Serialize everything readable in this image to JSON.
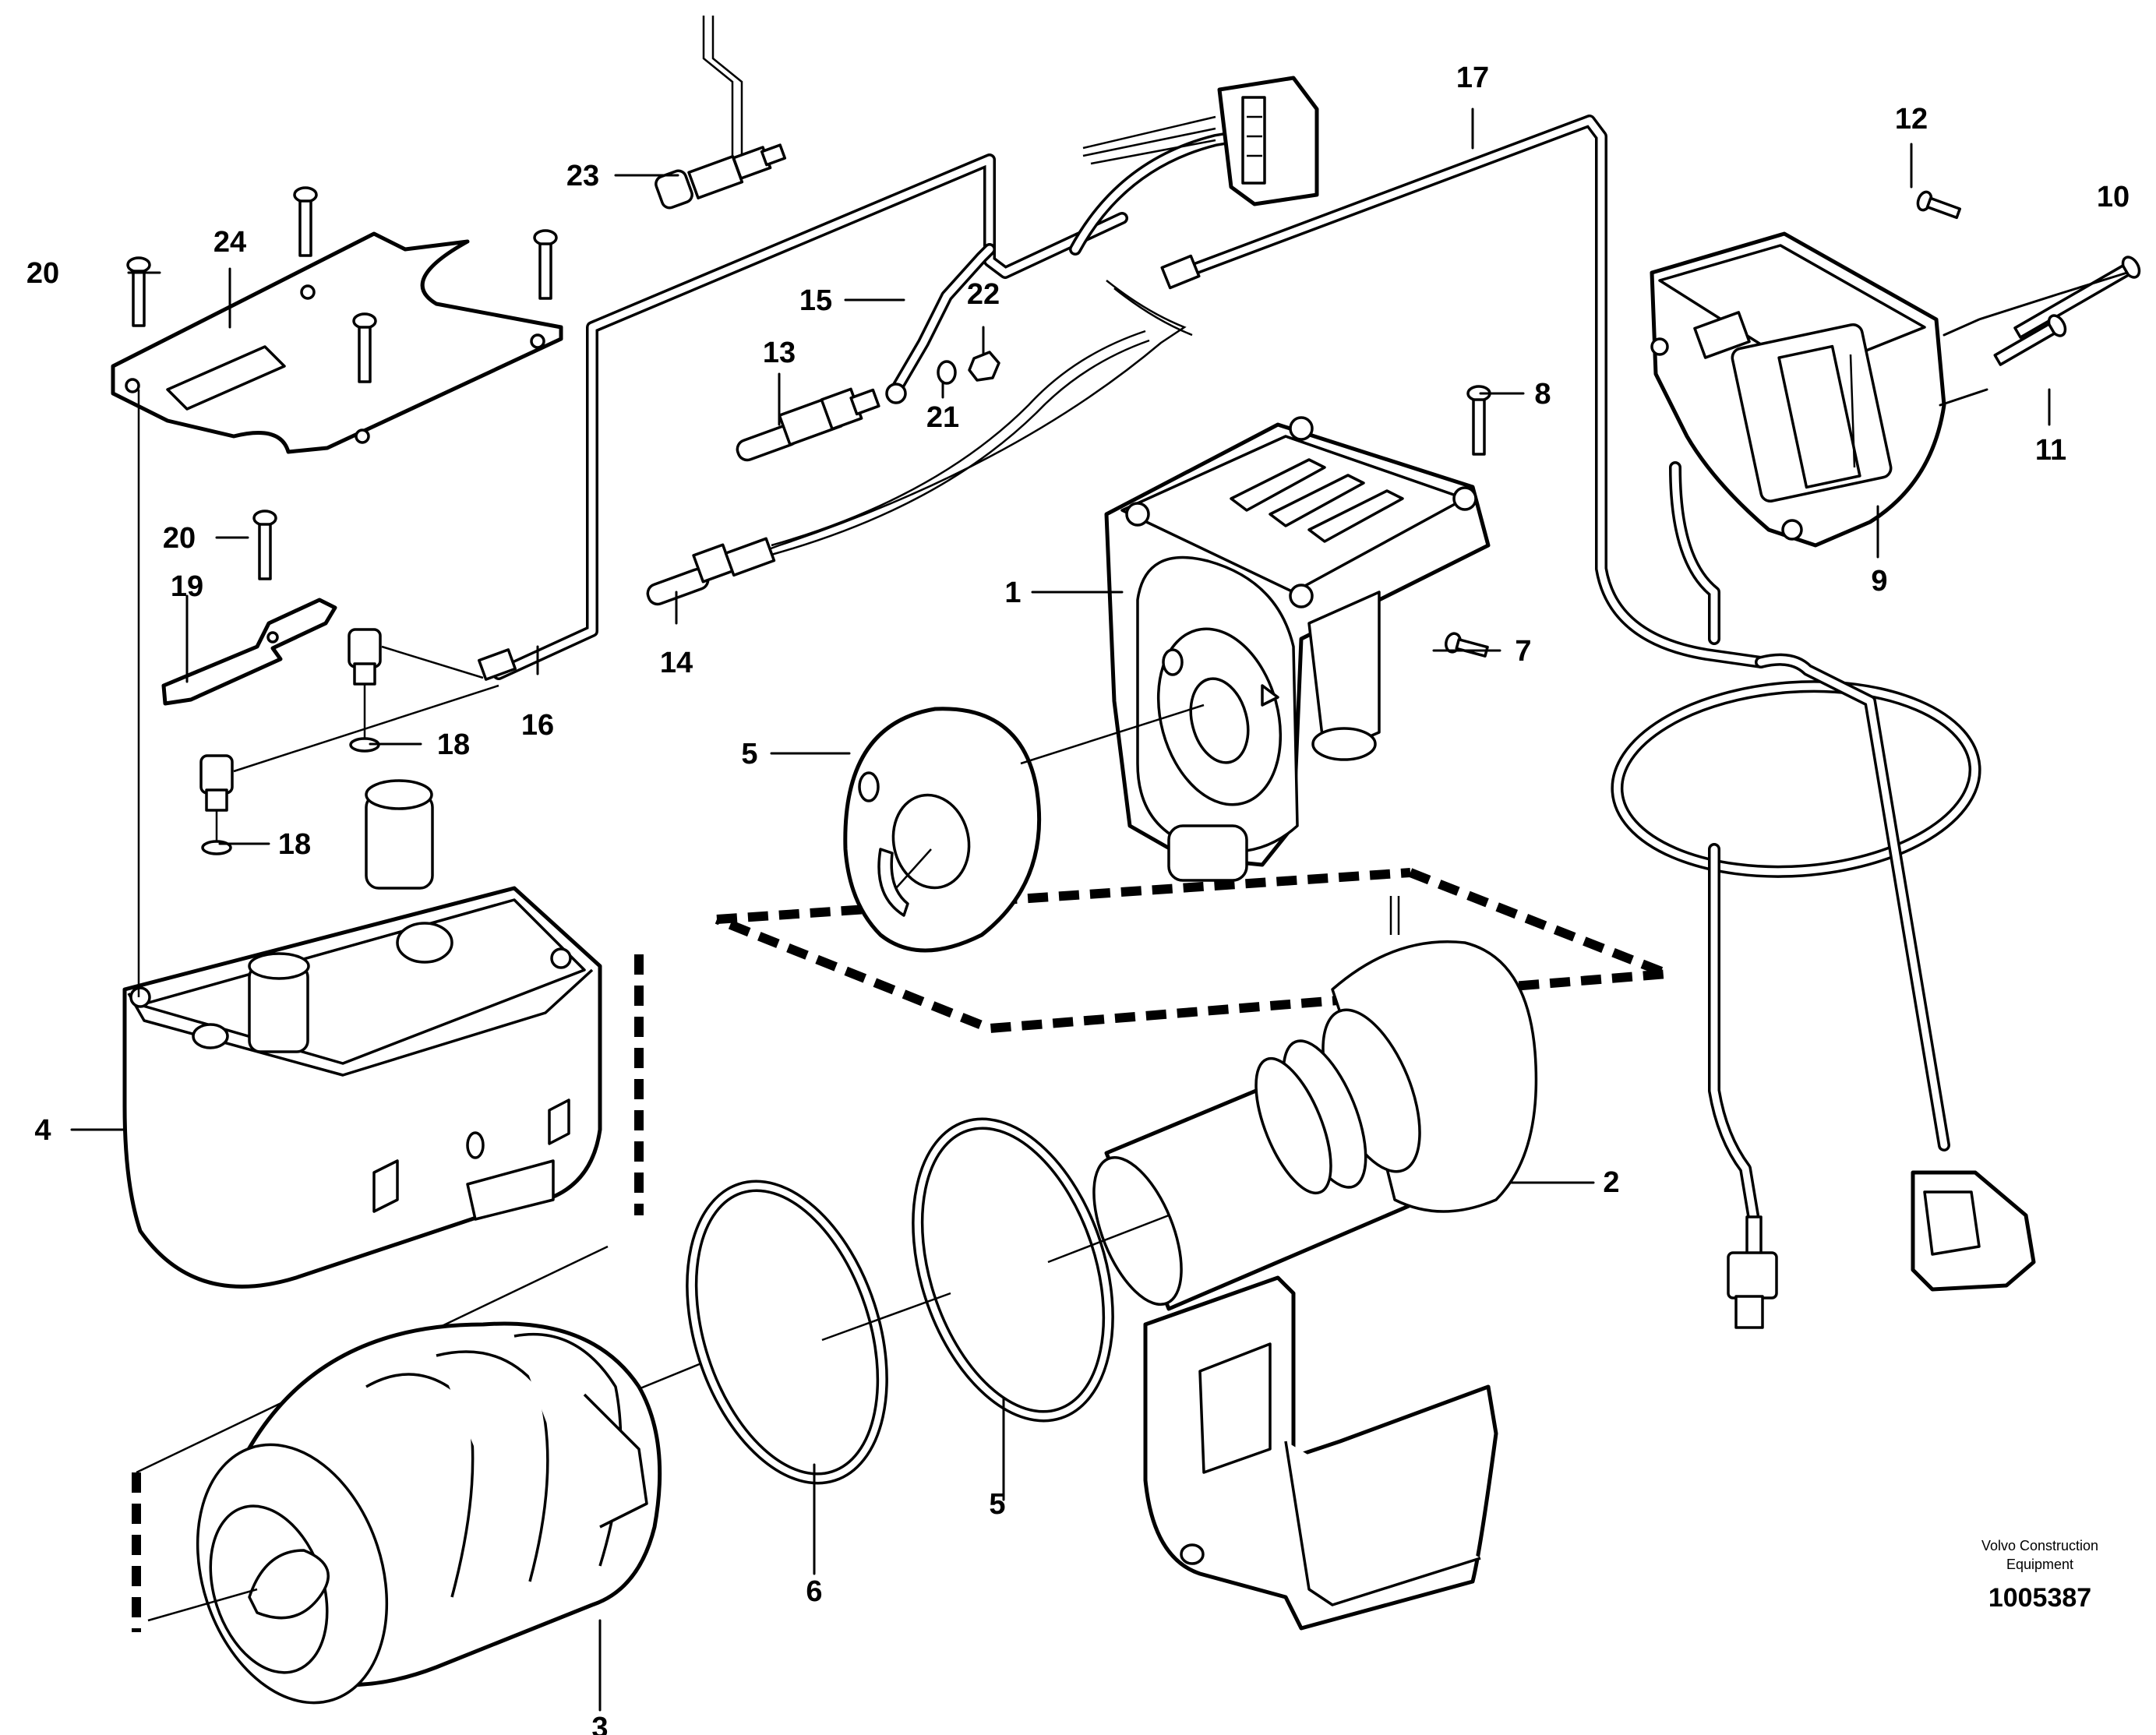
{
  "callouts": {
    "c1": "1",
    "c2": "2",
    "c3": "3",
    "c4": "4",
    "c5a": "5",
    "c5b": "5",
    "c6": "6",
    "c7": "7",
    "c8": "8",
    "c9": "9",
    "c10": "10",
    "c11": "11",
    "c12": "12",
    "c13": "13",
    "c14": "14",
    "c15": "15",
    "c16": "16",
    "c17": "17",
    "c18a": "18",
    "c18b": "18",
    "c19": "19",
    "c20a": "20",
    "c20b": "20",
    "c21": "21",
    "c22": "22",
    "c23": "23",
    "c24": "24"
  },
  "footer": {
    "credit_line1": "Volvo Construction",
    "credit_line2": "Equipment",
    "figure_number": "1005387"
  }
}
